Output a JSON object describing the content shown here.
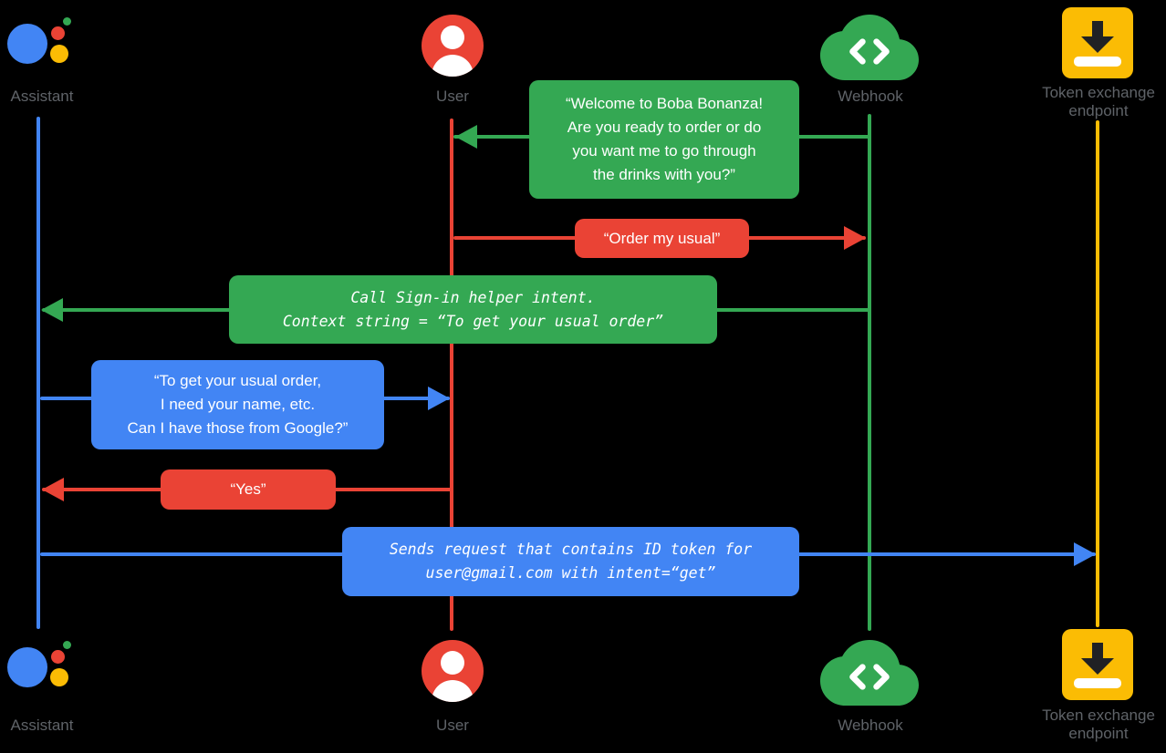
{
  "title": "Google Assistant account linking sign-in sequence diagram",
  "colors": {
    "blue": "#4285F4",
    "red": "#EA4335",
    "green": "#34A853",
    "yellow": "#FBBC04",
    "gray": "#5F6368",
    "bg": "#000000",
    "token-arrow": "#202124"
  },
  "icons": {
    "assistant": "google-assistant-logo",
    "user": "user-avatar-circle",
    "webhook": "cloud-code-brackets",
    "token": "inbox-arrow-download"
  },
  "actors": {
    "assistant": {
      "label": "Assistant"
    },
    "user": {
      "label": "User"
    },
    "webhook": {
      "label": "Webhook"
    },
    "token": {
      "label": "Token exchange\nendpoint"
    }
  },
  "messages": {
    "welcome": {
      "from": "webhook",
      "to": "user",
      "color": "green",
      "text": "“Welcome to Boba Bonanza!\nAre you ready to order or do\nyou want me to go through\nthe drinks with you?”"
    },
    "order": {
      "from": "user",
      "to": "webhook",
      "color": "red",
      "text": "“Order my usual”"
    },
    "signin": {
      "from": "webhook",
      "to": "assistant",
      "color": "green",
      "text": "Call Sign-in helper intent.\nContext string = “To get your usual order”"
    },
    "need_info": {
      "from": "assistant",
      "to": "user",
      "color": "blue",
      "text": "“To get your usual order,\nI need your name, etc.\nCan I have those from Google?”"
    },
    "yes": {
      "from": "user",
      "to": "assistant",
      "color": "red",
      "text": "“Yes”"
    },
    "send_token": {
      "from": "assistant",
      "to": "token",
      "color": "blue",
      "text": "Sends request that contains ID token for\nuser@gmail.com with intent=“get”"
    }
  }
}
